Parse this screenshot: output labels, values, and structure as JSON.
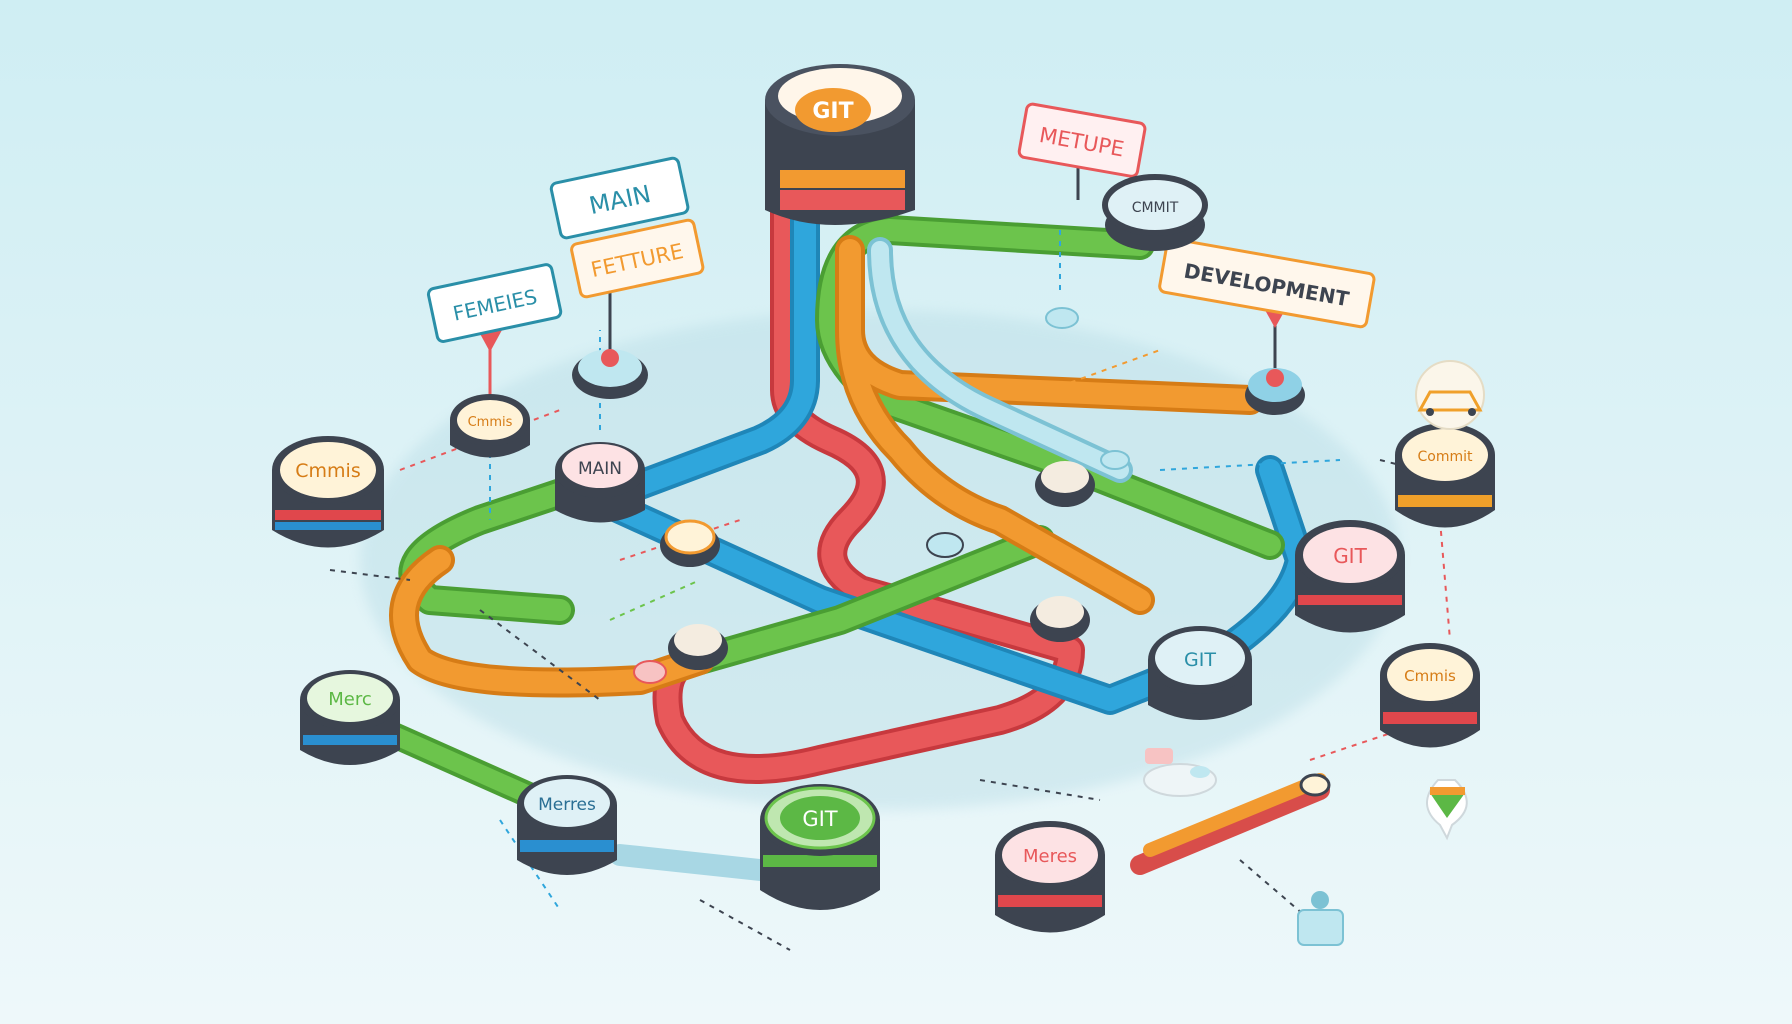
{
  "colors": {
    "red": "#e8585a",
    "blue": "#2fa6dc",
    "green": "#6cc44c",
    "orange": "#f29a30",
    "light_blue": "#9fd8e6",
    "node_dark": "#3d4450",
    "node_band_red": "#e0474c",
    "node_band_blue": "#2a8fd0",
    "node_band_green": "#5cb845",
    "node_band_orange": "#f0a02a"
  },
  "flags": {
    "main_top": "MAIN",
    "fetture": "FETTURE",
    "femeies": "FEMEIES",
    "metupe": "METUPE",
    "development": "DEVELOPMENT"
  },
  "nodes": {
    "git_top": "GIT",
    "commit_top": "CMMIT",
    "cmmis_left": "Cmmis",
    "cmmis_small": "Cmmis",
    "main_center": "MAIN",
    "git_right": "GIT",
    "commit_right": "Commit",
    "git_center": "GIT",
    "cmmis_right": "Cmmis",
    "merc_left": "Merc",
    "merres": "Merres",
    "git_bottom": "GIT",
    "meres": "Meres"
  },
  "icons": {
    "car": "car-icon",
    "pin": "map-pin-icon",
    "cube": "cube-icon"
  }
}
